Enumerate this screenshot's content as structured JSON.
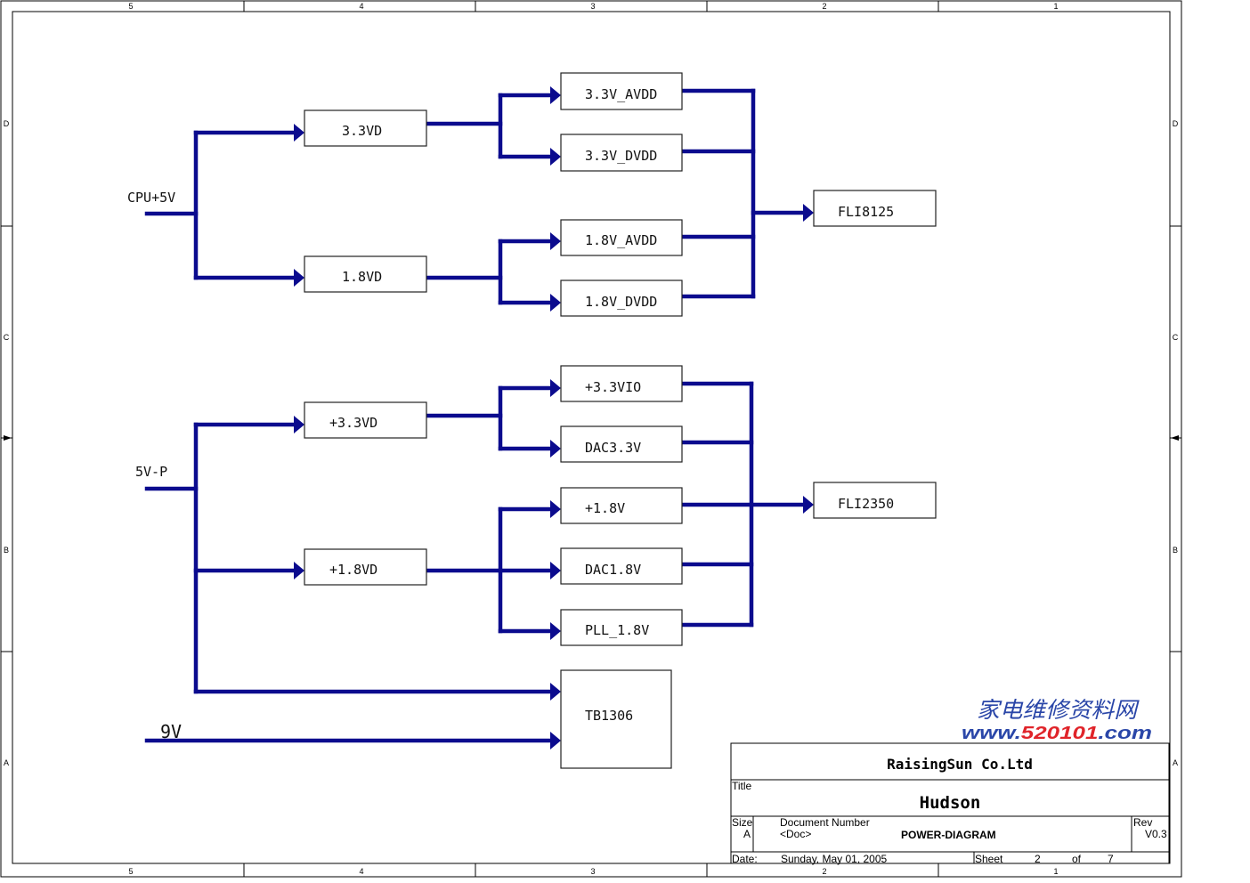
{
  "frame": {
    "columns": [
      "5",
      "4",
      "3",
      "2",
      "1"
    ],
    "rows": [
      "D",
      "C",
      "B",
      "A"
    ]
  },
  "sources": {
    "cpu5v": "CPU+5V",
    "p5v": "5V-P",
    "v9": "9V"
  },
  "regulators": {
    "vd33": "3.3VD",
    "vd18": "1.8VD",
    "pvd33": "+3.3VD",
    "pvd18": "+1.8VD"
  },
  "rails": {
    "avdd33": "3.3V_AVDD",
    "dvdd33": "3.3V_DVDD",
    "avdd18": "1.8V_AVDD",
    "dvdd18": "1.8V_DVDD",
    "vio33": "+3.3VIO",
    "dac33": "DAC3.3V",
    "p18v": "+1.8V",
    "dac18": "DAC1.8V",
    "pll18": "PLL_1.8V"
  },
  "loads": {
    "fli8125": "FLI8125",
    "fli2350": "FLI2350",
    "tb1306": "TB1306"
  },
  "watermark": {
    "chinese": "家电维修资料网",
    "url_prefix": "www.",
    "url_number": "520101",
    "url_suffix": ".com"
  },
  "titleblock": {
    "company": "RaisingSun Co.Ltd",
    "title_label": "Title",
    "title": "Hudson",
    "size_label": "Size",
    "size": "A",
    "docnum_label": "Document Number",
    "doc": "<Doc>",
    "docname": "POWER-DIAGRAM",
    "rev_label": "Rev",
    "rev": "V0.3",
    "date_label": "Date:",
    "date": "Sunday, May 01, 2005",
    "sheet_label": "Sheet",
    "sheet_no": "2",
    "of_label": "of",
    "sheet_total": "7"
  },
  "colors": {
    "wire": "#0b0b8e",
    "watermark_blue": "#2a46a8",
    "watermark_red": "#e0242a"
  }
}
